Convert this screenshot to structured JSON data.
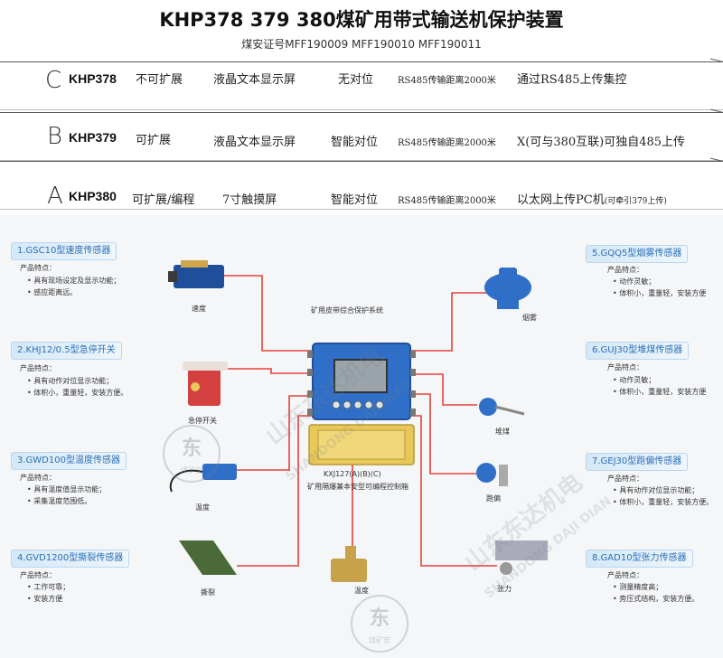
{
  "header": {
    "title": "KHP378 379 380煤矿用带式输送机保护装置",
    "subtitle": "煤安证号MFF190009 MFF190010 MFF190011"
  },
  "models": [
    {
      "letter": "C",
      "model": "KHP378",
      "expand": "不可扩展",
      "display": "液晶文本显示屏",
      "align": "无对位",
      "rs485": "RS485传输距离2000米",
      "upload": "通过RS485上传集控",
      "upload_note": ""
    },
    {
      "letter": "B",
      "model": "KHP379",
      "expand": "可扩展",
      "display": "液晶文本显示屏",
      "align": "智能对位",
      "rs485": "RS485传输距离2000米",
      "upload": "X(可与380互联)可独自485上传",
      "upload_note": ""
    },
    {
      "letter": "A",
      "model": "KHP380",
      "expand": "可扩展/编程",
      "display": "7寸触摸屏",
      "align": "智能对位",
      "rs485": "RS485传输距离2000米",
      "upload": "以太网上传PC机",
      "upload_note": "(可牵引379上传)"
    }
  ],
  "diagram": {
    "system_label": "矿用皮带综合保护系统",
    "controller_caption_1": "KXJ127(A)(B)(C)",
    "controller_caption_2": "矿用隔爆兼本安型可编程控制箱",
    "feature_label": "产品特点：",
    "sensors_left": [
      {
        "title": "1.GSC10型速度传感器",
        "features": [
          "具有现场设定及显示功能；",
          "感应距离远。"
        ],
        "device": "速度"
      },
      {
        "title": "2.KHJ12/0.5型急停开关",
        "features": [
          "具有动作对位显示功能；",
          "体积小，重量轻，安装方便。"
        ],
        "device": "急停开关"
      },
      {
        "title": "3.GWD100型温度传感器",
        "features": [
          "具有温度值显示功能；",
          "采集温度范围低。"
        ],
        "device": "温度"
      },
      {
        "title": "4.GVD1200型撕裂传感器",
        "features": [
          "工作可靠；",
          "安装方便"
        ],
        "device": "撕裂"
      }
    ],
    "sensors_right": [
      {
        "title": "5.GQQ5型烟雾传感器",
        "features": [
          "动作灵敏；",
          "体积小，重量轻，安装方便"
        ],
        "device": "烟雾"
      },
      {
        "title": "6.GUJ30型堆煤传感器",
        "features": [
          "动作灵敏；",
          "体积小，重量轻，安装方便"
        ],
        "device": "堆煤"
      },
      {
        "title": "7.GEJ30型跑偏传感器",
        "features": [
          "具有动作对位显示功能；",
          "体积小，重量轻，安装方便。"
        ],
        "device": "跑偏"
      },
      {
        "title": "8.GAD10型张力传感器",
        "features": [
          "测量精度高；",
          "旁压式结构，安装方便。"
        ],
        "device": "张力"
      }
    ],
    "bottom_device": "温度",
    "watermark_cn": "山东东达机电",
    "watermark_en": "SHANDONG DAJI DIAN",
    "stamp_main": "东",
    "stamp_sub": "煤矿安"
  },
  "colors": {
    "accent": "#2a6fb7",
    "line": "#e8403a",
    "controller": "#2f6fc8",
    "box": "#e8c85a"
  }
}
